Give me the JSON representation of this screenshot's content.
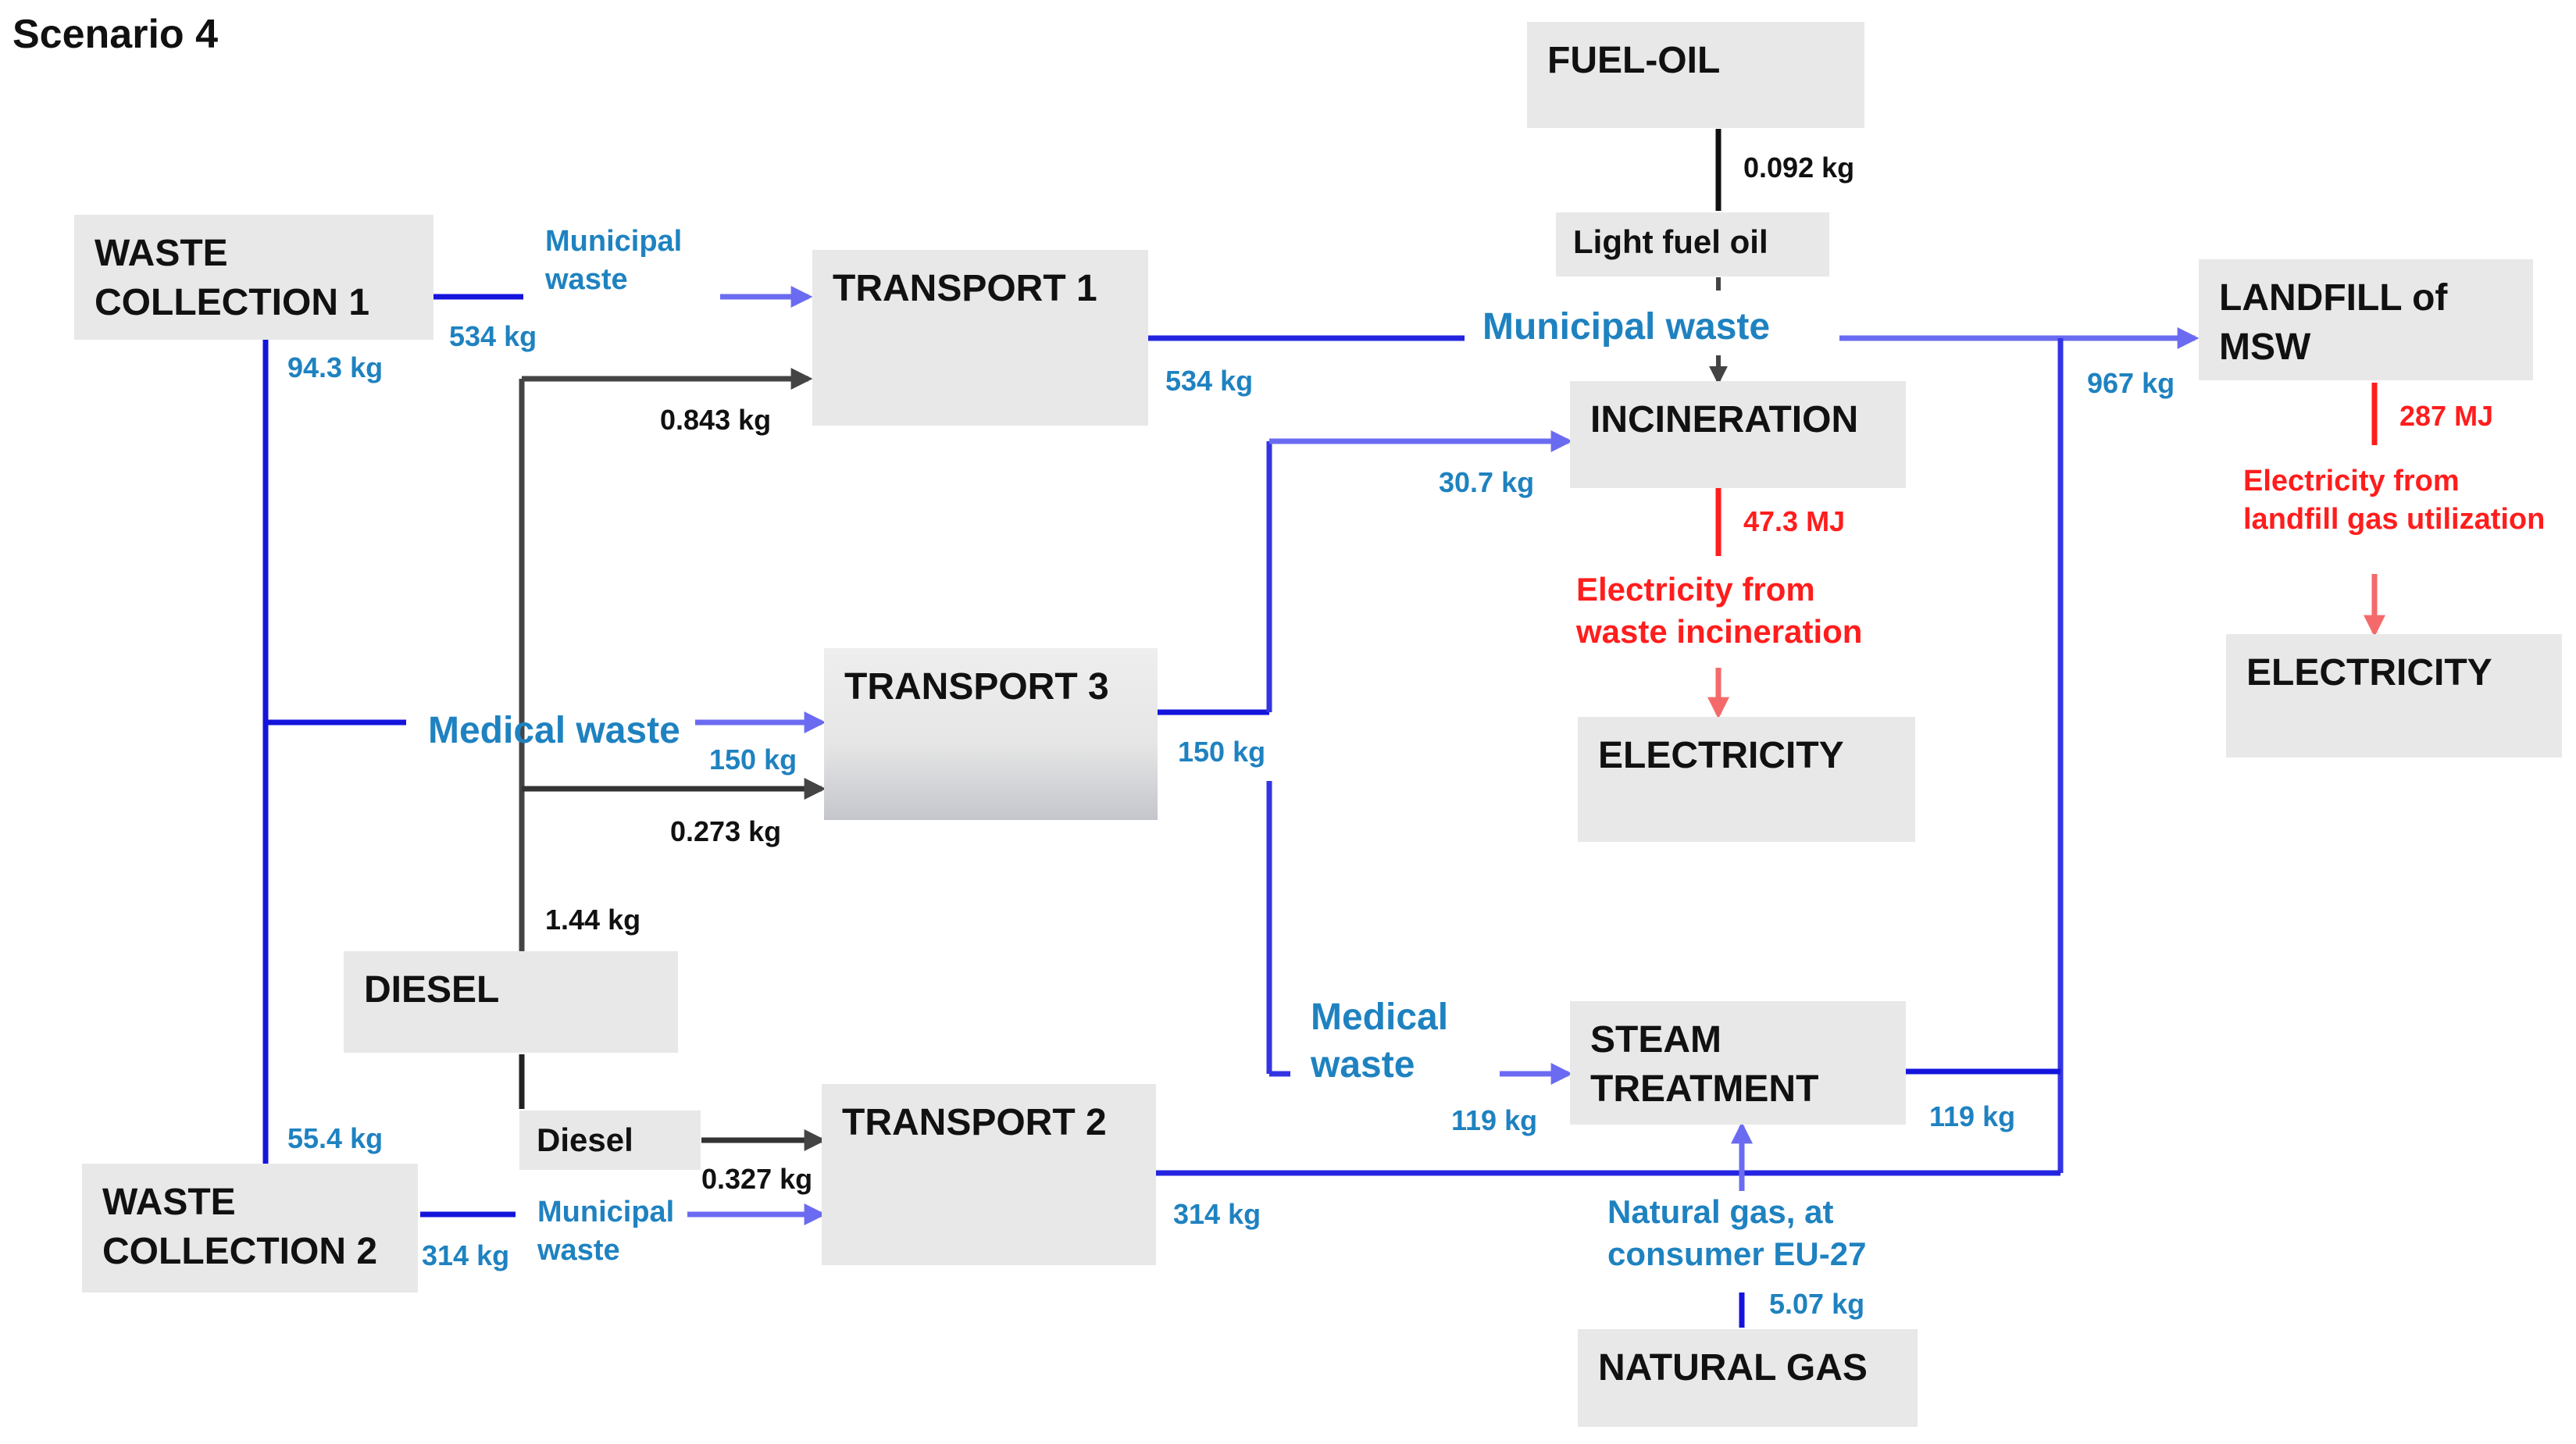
{
  "title": "Scenario 4",
  "boxes": {
    "fuel_oil": "FUEL-OIL",
    "light_fuel_oil": "Light fuel oil",
    "waste_collection_1": "WASTE\nCOLLECTION 1",
    "waste_collection_2": "WASTE\nCOLLECTION 2",
    "transport_1": "TRANSPORT 1",
    "transport_2": "TRANSPORT 2",
    "transport_3": "TRANSPORT 3",
    "diesel": "DIESEL",
    "diesel_sub": "Diesel",
    "incineration": "INCINERATION",
    "electricity_incineration": "ELECTRICITY",
    "landfill": "LANDFILL of\nMSW",
    "electricity_landfill": "ELECTRICITY",
    "steam_treatment": "STEAM\nTREATMENT",
    "natural_gas": "NATURAL GAS"
  },
  "labels": {
    "fuel_oil_amount": "0.092 kg",
    "municipal_waste_wc1": "Municipal\nwaste",
    "wc1_out": "534  kg",
    "wc1_down": "94.3 kg",
    "transport1_diesel": "0.843 kg",
    "transport1_out": "534 kg",
    "municipal_waste_main": "Municipal waste",
    "landfill_in": "967 kg",
    "incineration_in": "30.7 kg",
    "incineration_energy": "47.3 MJ",
    "electricity_from_incineration": "Electricity from\nwaste incineration",
    "landfill_energy": "287 MJ",
    "electricity_from_landfill": "Electricity from\nlandfill gas utilization",
    "medical_waste_left": "Medical waste",
    "transport3_in": "150 kg",
    "transport3_diesel": "0.273 kg",
    "transport3_out": "150 kg",
    "diesel_amount": "1.44 kg",
    "medical_waste_right": "Medical\nwaste",
    "steam_in": "119 kg",
    "steam_out": "119 kg",
    "wc2_up": "55.4 kg",
    "transport2_diesel": "0.327 kg",
    "wc2_out": "314 kg",
    "municipal_waste_wc2": "Municipal\nwaste",
    "transport2_out": "314 kg",
    "natural_gas_flow": "Natural gas, at\nconsumer EU-27",
    "natural_gas_amount": "5.07 kg"
  },
  "colors": {
    "dark_blue": "#1414dc",
    "light_blue": "#6b6bf2",
    "label_blue": "#1f82c0",
    "red": "#ff1d1d",
    "light_red": "#f46a6a",
    "dark_grey": "#444444",
    "box_grey": "#e8e8e8"
  }
}
